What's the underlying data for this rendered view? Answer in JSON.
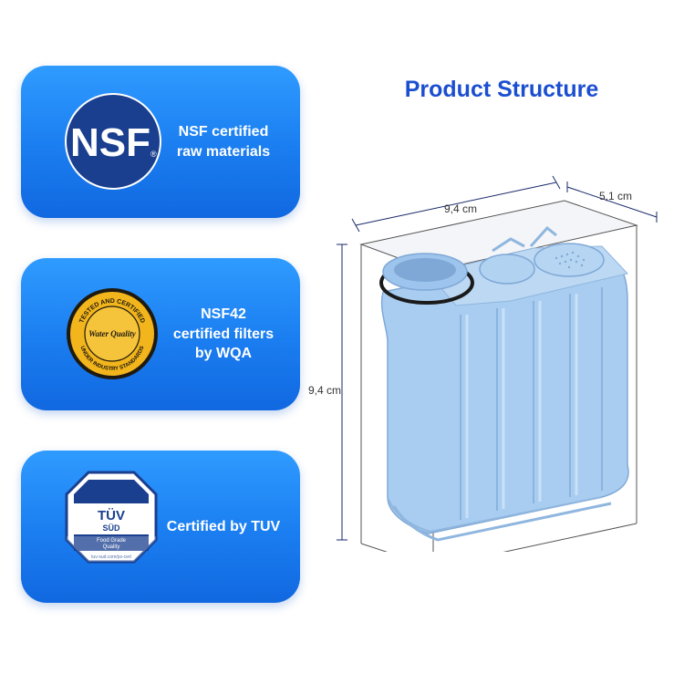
{
  "features": [
    {
      "badge": "NSF",
      "label": "NSF certified\nraw materials"
    },
    {
      "badge_lines": [
        "TESTED AND CERTIFIED",
        "Water Quality",
        "UNDER INDUSTRY STANDARDS"
      ],
      "label": "NSF42\ncertified filters\nby WQA"
    },
    {
      "badge_lines": [
        "TÜV",
        "SÜD",
        "Food Grade",
        "Quality",
        "tuv-sud.com/ps-cert"
      ],
      "label": "Certified by TUV"
    }
  ],
  "title": "Product Structure",
  "dimensions": {
    "width": "9,4 cm",
    "depth": "5,1 cm",
    "height": "9,4 cm"
  },
  "colors": {
    "card": "#1a7df0",
    "title": "#1b4fd0",
    "filter": "#a9cdf0"
  }
}
